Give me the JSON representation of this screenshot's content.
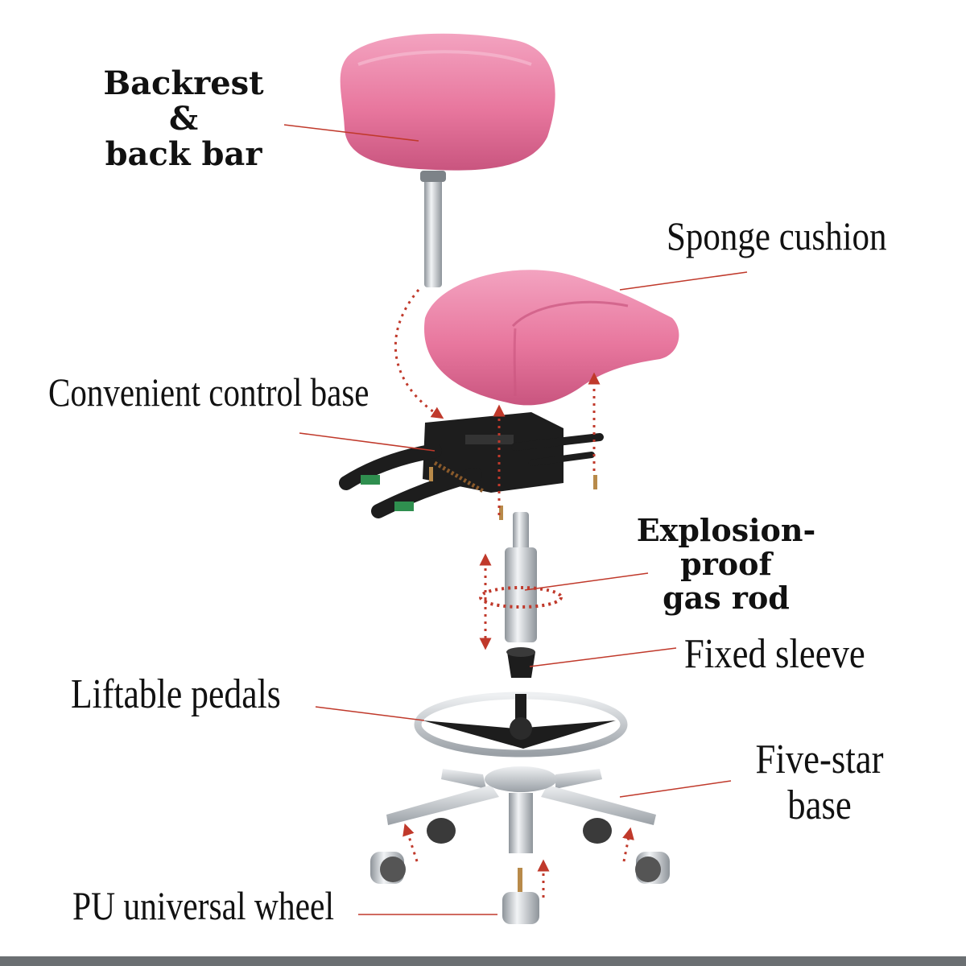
{
  "labels": {
    "backrest": "Backrest\n&\nback bar",
    "sponge_cushion": "Sponge cushion",
    "control_base": "Convenient control base",
    "gas_rod": "Explosion-proof\ngas rod",
    "fixed_sleeve": "Fixed sleeve",
    "liftable_pedals": "Liftable pedals",
    "five_star_base": "Five-star\nbase",
    "wheel": "PU universal wheel"
  },
  "colors": {
    "cushion_pink": "#e8779e",
    "cushion_highlight": "#f3a3c0",
    "cushion_shadow": "#c9557f",
    "leader_line": "#c0392b",
    "arrow_dotted": "#c0392b",
    "chrome": "#c9cdd1",
    "chrome_dark": "#8e949a",
    "mechanism_black": "#1d1d1d"
  },
  "icons": {
    "backrest": "saddle-backrest-icon",
    "seat": "saddle-seat-icon",
    "mechanism": "control-mechanism-icon",
    "gas_rod": "gas-cylinder-icon",
    "sleeve": "sleeve-icon",
    "footrest": "foot-ring-icon",
    "base": "five-star-base-icon",
    "wheel": "caster-wheel-icon"
  }
}
